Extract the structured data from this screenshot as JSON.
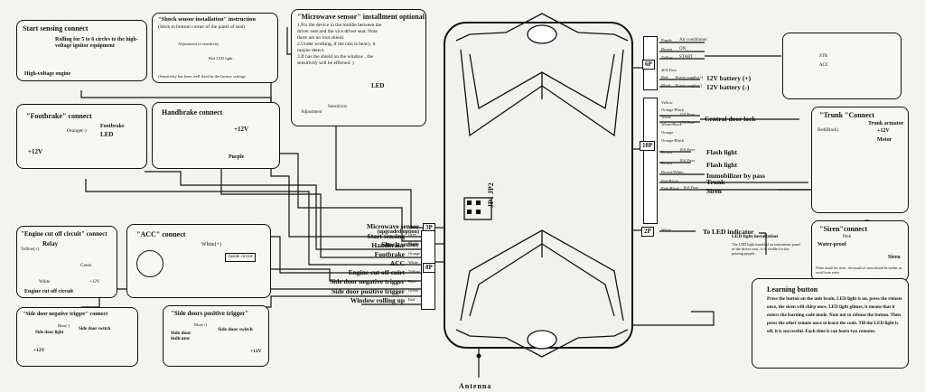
{
  "boxes": {
    "start_sensing": {
      "title": "Start sensing connect",
      "note": "Rolling for 5 to 6 circles to the high-voltage ignitor equipment",
      "label": "High-voltage engine"
    },
    "shock_sensor": {
      "title": "\"Shock sensor installation\" instruction",
      "subtitle": "(Stick to bottom corner of the panel of seat)",
      "adj": "Adjustment of sensitivity",
      "light": "Red LED light",
      "note": "(Sensitivity has been well fixed in the factory setting)"
    },
    "microwave": {
      "title": "\"Microwave sensor\" installment optional:",
      "steps": [
        "1.Fix the device in the middle between the",
        "driver seat and the vice driver seat. Note",
        "there are no iron shield.",
        "2.Under working, if the rain is heavy, it",
        "maybe detect.",
        "3.If has the shield on the window , the",
        "sensitivity will be effected. )"
      ],
      "led": "LED",
      "adjustment": "Adjustment",
      "sensitivity": "Sensitivity"
    },
    "footbrake": {
      "title": "\"Footbrake\" connect",
      "orange": "Orange(-)",
      "footbrake": "Footbrake",
      "led": "LED",
      "plus12": "+12V"
    },
    "handbrake": {
      "title": "Handbrake connect",
      "plus12": "+12V",
      "purple": "Purple"
    },
    "engine_cut": {
      "title": "\"Engine cut off circuit\" connect",
      "relay": "Relay",
      "yellow": "Yellow(+)",
      "green": "Green",
      "white": "White",
      "plus12": "+12V",
      "footer": "Engine cut off circuit"
    },
    "acc": {
      "title": "\"ACC\" connect",
      "white": "White(+)",
      "inside": "Inside circuit"
    },
    "side_neg": {
      "title": "\"Side door negative trigger\" connect",
      "blue": "Blue(-)",
      "light": "Side door light",
      "switch": "Side door switch",
      "plus12": "+12V"
    },
    "side_pos": {
      "title": "\"Side doors positive trigger\"",
      "blue": "Blue(+)",
      "indicator": "Side door indicator",
      "switch": "Side door switch",
      "plus12": "+12V"
    },
    "trunk": {
      "title": "\"Trunk \"Connect",
      "actuator": "Trunk actuator",
      "plus12": "+12V",
      "motor": "Motor",
      "red": "Red(Black)"
    },
    "siren": {
      "title": "\"Siren\"connect",
      "pink": "Pink",
      "water": "Water-proof",
      "siren": "Siren",
      "note": "When install the siren , the mouth of siren should be further on avoid from water"
    },
    "led_install": {
      "title": "LED light installation",
      "text": "The LED light installed on instrument panel of the driver seat , it is visible for the passing people ."
    },
    "learning": {
      "title": "Learning button",
      "text": "Press the button on the unit brain, LED light is on, press the remote once, the siren will chirp once, LED light glimes, it means that it enters the learning code mode. Note not to release the button. Then press the other remote once to learn the code. Till the LED light is off, it is successful. Each time it can learn two remotes."
    },
    "ignition": {
      "str": "STR",
      "acc": "ACC"
    }
  },
  "left_labels": [
    "Microwave sensor",
    "(upgraded option)",
    "Shock sensor",
    "Start sensing",
    "Handbrake",
    "Footbrake",
    "ACC",
    "Engine cut off cuirt",
    "Side door negative trigger",
    "Side door positive trigger",
    "Window rolling up"
  ],
  "left_connectors": {
    "c1": "3P",
    "c2": "3P",
    "c3": "8P"
  },
  "left_wire_colors": [
    "White",
    "Black",
    "Grey",
    "Purple",
    "Orange",
    "White",
    "Yellow",
    "Blue",
    "Green",
    "Red"
  ],
  "center": {
    "jp": "JP1  JP2",
    "antenna": "Antenna"
  },
  "right_connectors": {
    "c6": "6P",
    "c18": "18P",
    "c2": "2P"
  },
  "right_wire_labels": [
    "Purple",
    "Brown",
    "Yellow",
    "40A Fuse",
    "Red",
    "Black",
    "Yellow",
    "Orange/Black",
    "White",
    "White/Black",
    "Orange",
    "Orange/Black",
    "Brown",
    "Brown",
    "Brown/White",
    "Red/Black",
    "Pink/Black",
    "White"
  ],
  "right_small": {
    "air": "Air conditioner",
    "on": "ON",
    "start": "START",
    "ps1": "Power supply(+)",
    "ps2": "Power supply(-)",
    "f15a": "15A Fuse",
    "f15b": "15A Fuse",
    "f10a": "10A Fuse",
    "f10b": "10A Fuse",
    "f10c": "10A Fuse"
  },
  "right_labels": [
    "12V battery (+)",
    "12V battery (-)",
    "Central door lock",
    "Flash light",
    "Flash light",
    "Immobilizer by pass",
    "Trunk",
    "Siren",
    "To LED indicator"
  ]
}
